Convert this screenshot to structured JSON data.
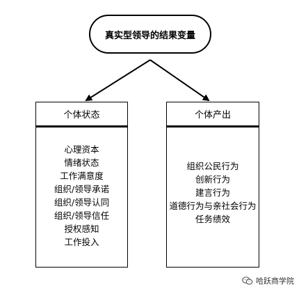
{
  "root": {
    "label": "真实型领导的结果变量"
  },
  "categories": [
    {
      "header": "个体状态",
      "items": [
        "心理资本",
        "情绪状态",
        "工作满意度",
        "组织/领导承诺",
        "组织/领导认同",
        "组织/领导信任",
        "授权感知",
        "工作投入"
      ]
    },
    {
      "header": "个体产出",
      "items": [
        "组织公民行为",
        "创新行为",
        "建言行为",
        "道德行为与亲社会行为",
        "任务绩效"
      ]
    }
  ],
  "watermark": {
    "text": "哈跃商学院",
    "icon": "wechat-icon"
  },
  "colors": {
    "line": "#000000",
    "background": "#ffffff"
  }
}
